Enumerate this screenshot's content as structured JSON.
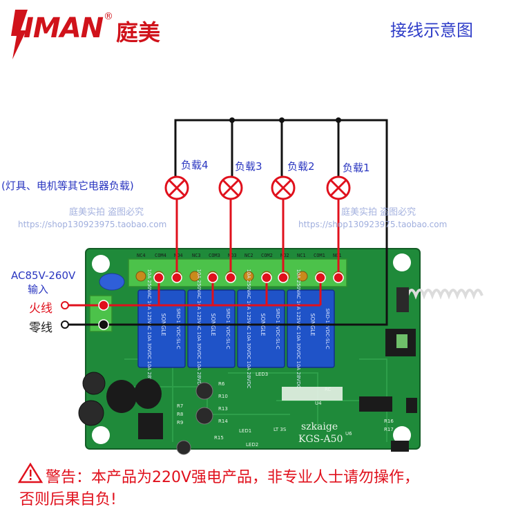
{
  "header": {
    "logo_text": "IMAN",
    "logo_reg": "®",
    "logo_cn": "庭美",
    "title": "接线示意图"
  },
  "loads": [
    {
      "label": "负载4"
    },
    {
      "label": "负载3"
    },
    {
      "label": "负载2"
    },
    {
      "label": "负载1"
    }
  ],
  "load_note": "(灯具、电机等其它电器负载)",
  "watermark": {
    "left_text": "庭美实拍 盗图必究",
    "left_url": "https://shop130923975.taobao.com",
    "right_text": "庭美实拍 盗图必究",
    "right_url": "https://shop130923975.taobao.com"
  },
  "power": {
    "input_line1": "AC85V-260V",
    "input_line2": "输入",
    "live": "火线",
    "neutral": "零线"
  },
  "terminals": [
    "NC4",
    "COM4",
    "NO4",
    "NC3",
    "COM3",
    "NO3",
    "NC2",
    "COM2",
    "NO2",
    "NC1",
    "COM1",
    "NO1"
  ],
  "board": {
    "brand": "szkaige",
    "model": "KGS-A50",
    "relay_brand": "SONGLE",
    "relay_text": "10A 250VAC 10A 125VAC 10A 30VDC 10A 28VDC",
    "relay_model": "SRD-12VDC-SL-C",
    "labels": [
      "LED1",
      "LED2",
      "LED3",
      "LT 3S",
      "U4",
      "U6",
      "R16",
      "R17",
      "R15",
      "R14",
      "R13",
      "R10",
      "R8",
      "R9",
      "R7",
      "R6",
      "RC"
    ]
  },
  "warning": {
    "line1": "警告：本产品为220V强电产品，非专业人士请勿操作，",
    "line2": "否则后果自负!"
  },
  "colors": {
    "pcb": "#1f8a3a",
    "relay": "#1f53c8",
    "terminal": "#4cc24a",
    "wire_red": "#e0101c",
    "wire_black": "#111111",
    "accent_blue": "#2a36c0"
  }
}
